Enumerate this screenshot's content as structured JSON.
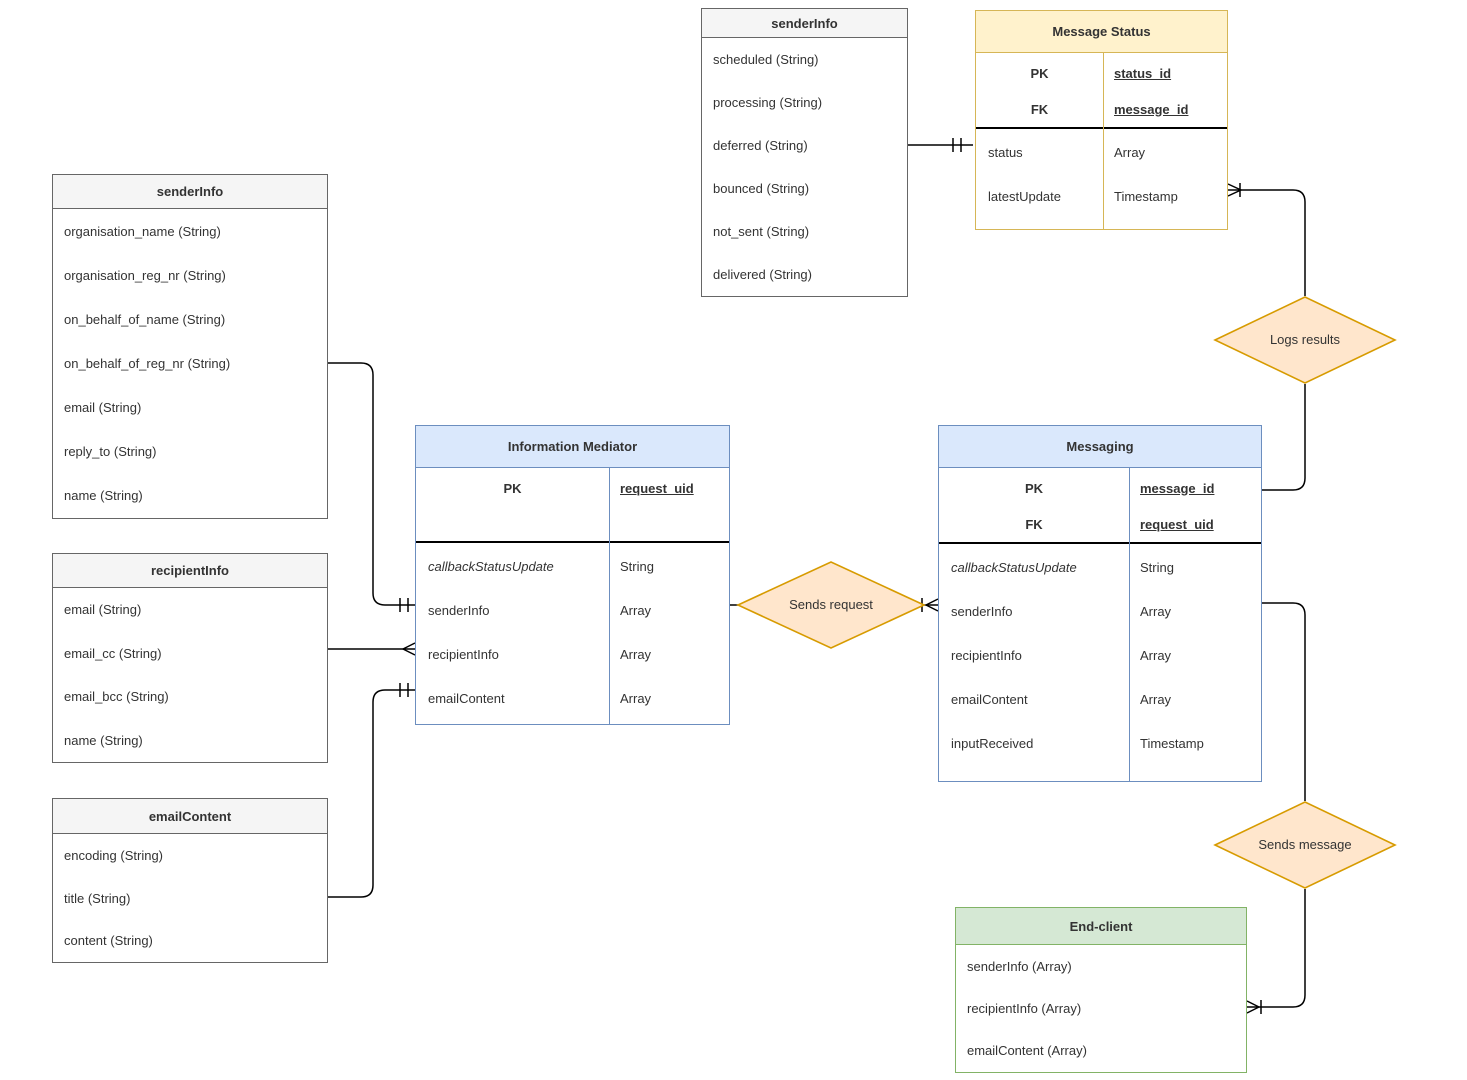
{
  "colors": {
    "gray_header": "#f5f5f5",
    "gray_border": "#666666",
    "blue_header": "#dae8fc",
    "blue_border": "#6c8ebf",
    "yellow_header": "#fff2cc",
    "yellow_border": "#d6b656",
    "green_header": "#d5e8d4",
    "green_border": "#82b366",
    "diamond_fill": "#ffe6cc",
    "diamond_border": "#d79b00",
    "connector": "#000000"
  },
  "entities": {
    "sender_status": {
      "title": "senderInfo",
      "rows": [
        "scheduled (String)",
        "processing (String)",
        "deferred (String)",
        "bounced (String)",
        "not_sent (String)",
        "delivered (String)"
      ]
    },
    "message_status": {
      "title": "Message Status",
      "keys": [
        {
          "k": "PK",
          "v": "status_id"
        },
        {
          "k": "FK",
          "v": "message_id"
        }
      ],
      "attrs": [
        {
          "k": "status",
          "v": "Array"
        },
        {
          "k": "latestUpdate",
          "v": "Timestamp"
        }
      ]
    },
    "sender_info": {
      "title": "senderInfo",
      "rows": [
        "organisation_name (String)",
        "organisation_reg_nr (String)",
        "on_behalf_of_name (String)",
        "on_behalf_of_reg_nr (String)",
        "email (String)",
        "reply_to (String)",
        "name (String)"
      ]
    },
    "recipient_info": {
      "title": "recipientInfo",
      "rows": [
        "email (String)",
        "email_cc (String)",
        "email_bcc (String)",
        "name (String)"
      ]
    },
    "email_content": {
      "title": "emailContent",
      "rows": [
        "encoding (String)",
        "title (String)",
        "content (String)"
      ]
    },
    "information_mediator": {
      "title": "Information Mediator",
      "keys": [
        {
          "k": "PK",
          "v": "request_uid"
        }
      ],
      "attrs": [
        {
          "k": "callbackStatusUpdate",
          "v": "String"
        },
        {
          "k": "senderInfo",
          "v": "Array"
        },
        {
          "k": "recipientInfo",
          "v": "Array"
        },
        {
          "k": "emailContent",
          "v": "Array"
        }
      ]
    },
    "messaging": {
      "title": "Messaging",
      "keys": [
        {
          "k": "PK",
          "v": "message_id"
        },
        {
          "k": "FK",
          "v": "request_uid"
        }
      ],
      "attrs": [
        {
          "k": "callbackStatusUpdate",
          "v": "String"
        },
        {
          "k": "senderInfo",
          "v": "Array"
        },
        {
          "k": "recipientInfo",
          "v": "Array"
        },
        {
          "k": "emailContent",
          "v": "Array"
        },
        {
          "k": "inputReceived",
          "v": "Timestamp"
        }
      ]
    },
    "end_client": {
      "title": "End-client",
      "rows": [
        "senderInfo (Array)",
        "recipientInfo (Array)",
        "emailContent (Array)"
      ]
    }
  },
  "relationships": {
    "logs_results": {
      "label": "Logs results"
    },
    "sends_request": {
      "label": "Sends request"
    },
    "sends_message": {
      "label": "Sends message"
    }
  }
}
